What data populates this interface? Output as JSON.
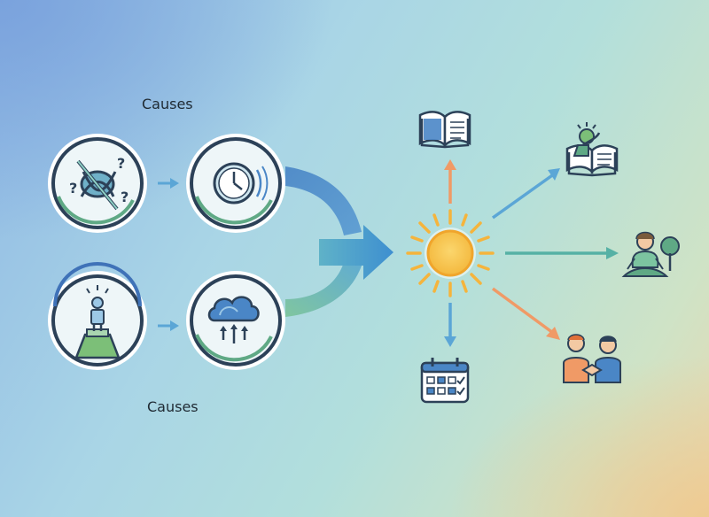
{
  "diagram": {
    "labels": {
      "causes_top": "Causes",
      "causes_bottom": "Causes"
    },
    "nodes": [
      {
        "id": "confusion",
        "icon": "confusion-knot-icon",
        "row": "top"
      },
      {
        "id": "time-pressure",
        "icon": "clock-icon",
        "row": "top"
      },
      {
        "id": "pressure-to-perform",
        "icon": "person-on-podium-icon",
        "row": "bottom"
      },
      {
        "id": "rising-stress",
        "icon": "cloud-rising-arrows-icon",
        "row": "bottom"
      },
      {
        "id": "center",
        "icon": "sun-icon"
      }
    ],
    "outcomes": [
      {
        "icon": "open-book-icon",
        "direction": "up"
      },
      {
        "icon": "learning-book-icon",
        "direction": "upper-right"
      },
      {
        "icon": "meditation-person-icon",
        "direction": "right"
      },
      {
        "icon": "handshake-icon",
        "direction": "lower-right"
      },
      {
        "icon": "calendar-icon",
        "direction": "down"
      }
    ],
    "colors": {
      "ring_green": "#5fa985",
      "ring_blue": "#3f72b8",
      "arrow_blue": "#5ba6d6",
      "arrow_orange": "#f09a66",
      "arrow_teal": "#56b1a5",
      "sun": "#f7c24e",
      "icon_dark": "#2c4158"
    }
  }
}
